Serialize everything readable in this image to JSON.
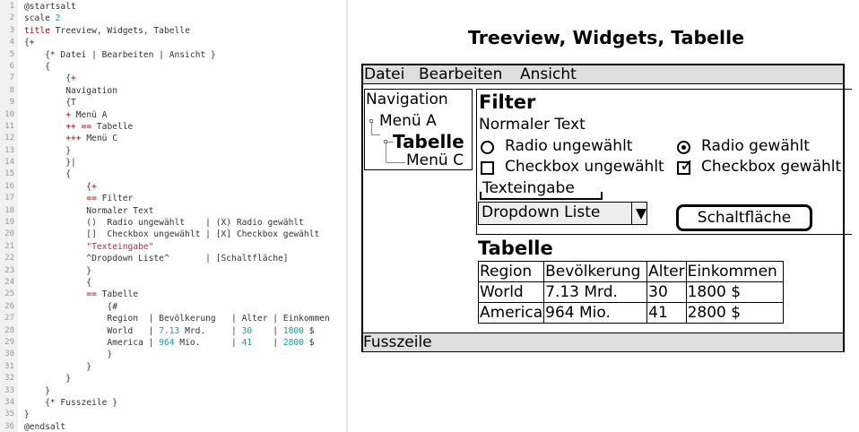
{
  "editor": {
    "lines": [
      [
        {
          "t": "@startsalt"
        }
      ],
      [
        {
          "t": "scale "
        },
        {
          "t": "2",
          "c": "num"
        }
      ],
      [
        {
          "t": "title",
          "c": "kw"
        },
        {
          "t": " Treeview, Widgets, Tabelle"
        }
      ],
      [
        {
          "t": "{"
        },
        {
          "t": "+",
          "c": "kw"
        }
      ],
      [
        {
          "t": "    {* Datei | Bearbeiten | Ansicht }"
        }
      ],
      [
        {
          "t": "    {"
        }
      ],
      [
        {
          "t": "        {"
        },
        {
          "t": "+",
          "c": "kw"
        }
      ],
      [
        {
          "t": "        Navigation"
        }
      ],
      [
        {
          "t": "        {T"
        }
      ],
      [
        {
          "t": "        "
        },
        {
          "t": "+",
          "c": "kw"
        },
        {
          "t": " Menü A"
        }
      ],
      [
        {
          "t": "        "
        },
        {
          "t": "++",
          "c": "kw"
        },
        {
          "t": " "
        },
        {
          "t": "==",
          "c": "kw"
        },
        {
          "t": " Tabelle"
        }
      ],
      [
        {
          "t": "        "
        },
        {
          "t": "+++",
          "c": "kw"
        },
        {
          "t": " Menü C"
        }
      ],
      [
        {
          "t": "        }"
        }
      ],
      [
        {
          "t": "        }|"
        }
      ],
      [
        {
          "t": "        {"
        }
      ],
      [
        {
          "t": "            {"
        },
        {
          "t": "+",
          "c": "kw"
        }
      ],
      [
        {
          "t": "            "
        },
        {
          "t": "==",
          "c": "kw"
        },
        {
          "t": " Filter"
        }
      ],
      [
        {
          "t": "            Normaler Text"
        }
      ],
      [
        {
          "t": "            ()  Radio ungewählt    | (X) Radio gewählt"
        }
      ],
      [
        {
          "t": "            []  Checkbox ungewählt | [X] Checkbox gewählt"
        }
      ],
      [
        {
          "t": "            "
        },
        {
          "t": "\"Texteingabe\"",
          "c": "str"
        }
      ],
      [
        {
          "t": "            ^Dropdown Liste^       | [Schaltfläche]"
        }
      ],
      [
        {
          "t": "            }"
        }
      ],
      [
        {
          "t": "            {"
        }
      ],
      [
        {
          "t": "            "
        },
        {
          "t": "==",
          "c": "kw"
        },
        {
          "t": " Tabelle"
        }
      ],
      [
        {
          "t": "                {#"
        }
      ],
      [
        {
          "t": "                Region  | Bevölkerung   | Alter | Einkommen"
        }
      ],
      [
        {
          "t": "                World   | "
        },
        {
          "t": "7.13",
          "c": "num"
        },
        {
          "t": " Mrd.     | "
        },
        {
          "t": "30",
          "c": "num"
        },
        {
          "t": "    | "
        },
        {
          "t": "1800",
          "c": "num"
        },
        {
          "t": " $"
        }
      ],
      [
        {
          "t": "                America | "
        },
        {
          "t": "964",
          "c": "num"
        },
        {
          "t": " Mio.      | "
        },
        {
          "t": "41",
          "c": "num"
        },
        {
          "t": "    | "
        },
        {
          "t": "2800",
          "c": "num"
        },
        {
          "t": " $"
        }
      ],
      [
        {
          "t": "                }"
        }
      ],
      [
        {
          "t": "            }"
        }
      ],
      [
        {
          "t": "        }"
        }
      ],
      [
        {
          "t": "    }"
        }
      ],
      [
        {
          "t": "    {* Fusszeile }"
        }
      ],
      [
        {
          "t": "}"
        }
      ],
      [
        {
          "t": "@endsalt"
        }
      ]
    ]
  },
  "diagram": {
    "title": "Treeview, Widgets, Tabelle",
    "menu": [
      "Datei",
      "Bearbeiten",
      "Ansicht"
    ],
    "tree": {
      "root": "Navigation",
      "item_a": "Menü A",
      "item_tabelle": "Tabelle",
      "item_c": "Menü C"
    },
    "filter": {
      "heading": "Filter",
      "normal_text": "Normaler Text",
      "radio_unselected": "Radio ungewählt",
      "radio_selected": "Radio gewählt",
      "checkbox_unchecked": "Checkbox ungewählt",
      "checkbox_checked": "Checkbox gewählt",
      "text_input": "Texteingabe",
      "dropdown": "Dropdown Liste",
      "button": "Schaltfläche"
    },
    "table": {
      "heading": "Tabelle",
      "headers": [
        "Region",
        "Bevölkerung",
        "Alter",
        "Einkommen"
      ],
      "rows": [
        [
          "World",
          "7.13 Mrd.",
          "30",
          "1800 $"
        ],
        [
          "America",
          "964 Mio.",
          "41",
          "2800 $"
        ]
      ]
    },
    "footer": "Fusszeile"
  }
}
